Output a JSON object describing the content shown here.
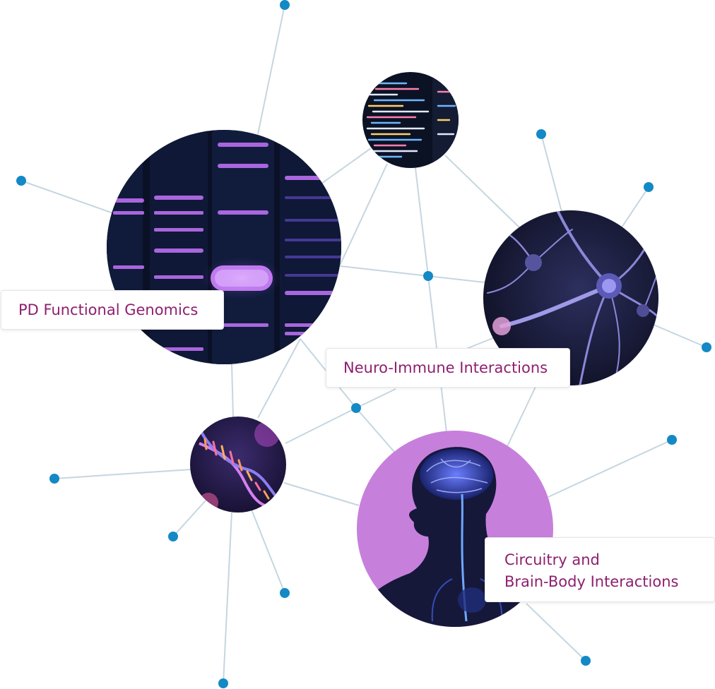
{
  "colors": {
    "edge": "#c5d6e0",
    "node_dot": "#1389c6",
    "label_text": "#8e1f6e",
    "brain_circle_bg": "#c77fdc"
  },
  "topics": [
    {
      "id": "genomics",
      "label": "PD Functional Genomics",
      "image": "gel-electrophoresis-bands"
    },
    {
      "id": "computation",
      "label": "",
      "image": "code-on-monitor"
    },
    {
      "id": "neurons",
      "label": "",
      "image": "neuron-cells"
    },
    {
      "id": "immune",
      "label": "Neuro-Immune Interactions",
      "image": ""
    },
    {
      "id": "dna",
      "label": "",
      "image": "dna-double-helix"
    },
    {
      "id": "brain_body",
      "label_lines": [
        "Circuitry and",
        "Brain-Body Interactions"
      ],
      "image": "human-brain-nervous-system"
    }
  ]
}
